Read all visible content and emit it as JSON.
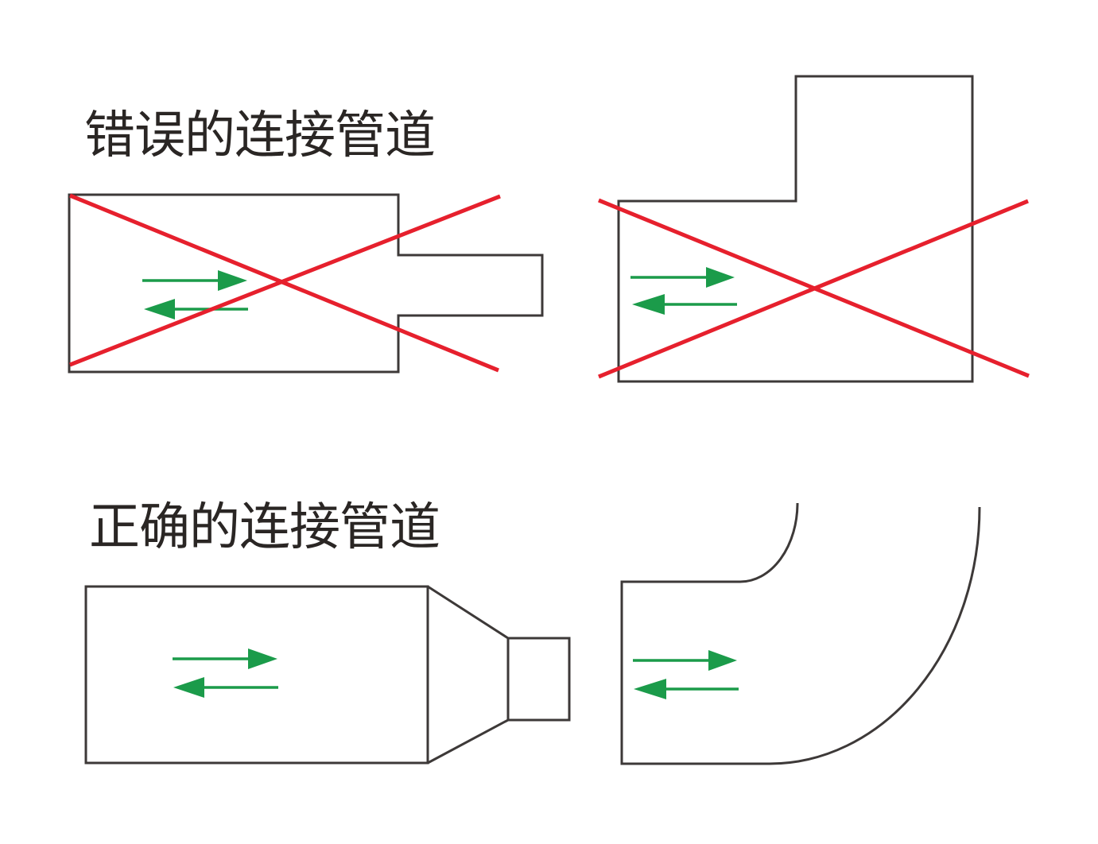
{
  "titles": {
    "wrong": "错误的连接管道",
    "correct": "正确的连接管道"
  },
  "colors": {
    "outline": "#3d3938",
    "cross_red": "#e6202d",
    "arrow_green": "#1b9b4a",
    "text": "#2a2624",
    "background": "#ffffff"
  },
  "icons": {
    "prohibition_cross": "✕",
    "flow_right_arrow": "→",
    "flow_left_arrow": "←"
  },
  "diagrams": [
    {
      "id": "wrong-abrupt-reducer",
      "section": "wrong",
      "crossed_out": true,
      "arrows": [
        "flow-right",
        "flow-left"
      ]
    },
    {
      "id": "wrong-right-angle-elbow",
      "section": "wrong",
      "crossed_out": true,
      "arrows": [
        "flow-right",
        "flow-left"
      ]
    },
    {
      "id": "correct-tapered-reducer",
      "section": "correct",
      "crossed_out": false,
      "arrows": [
        "flow-right",
        "flow-left"
      ]
    },
    {
      "id": "correct-curved-elbow",
      "section": "correct",
      "crossed_out": false,
      "arrows": [
        "flow-right",
        "flow-left"
      ]
    }
  ]
}
